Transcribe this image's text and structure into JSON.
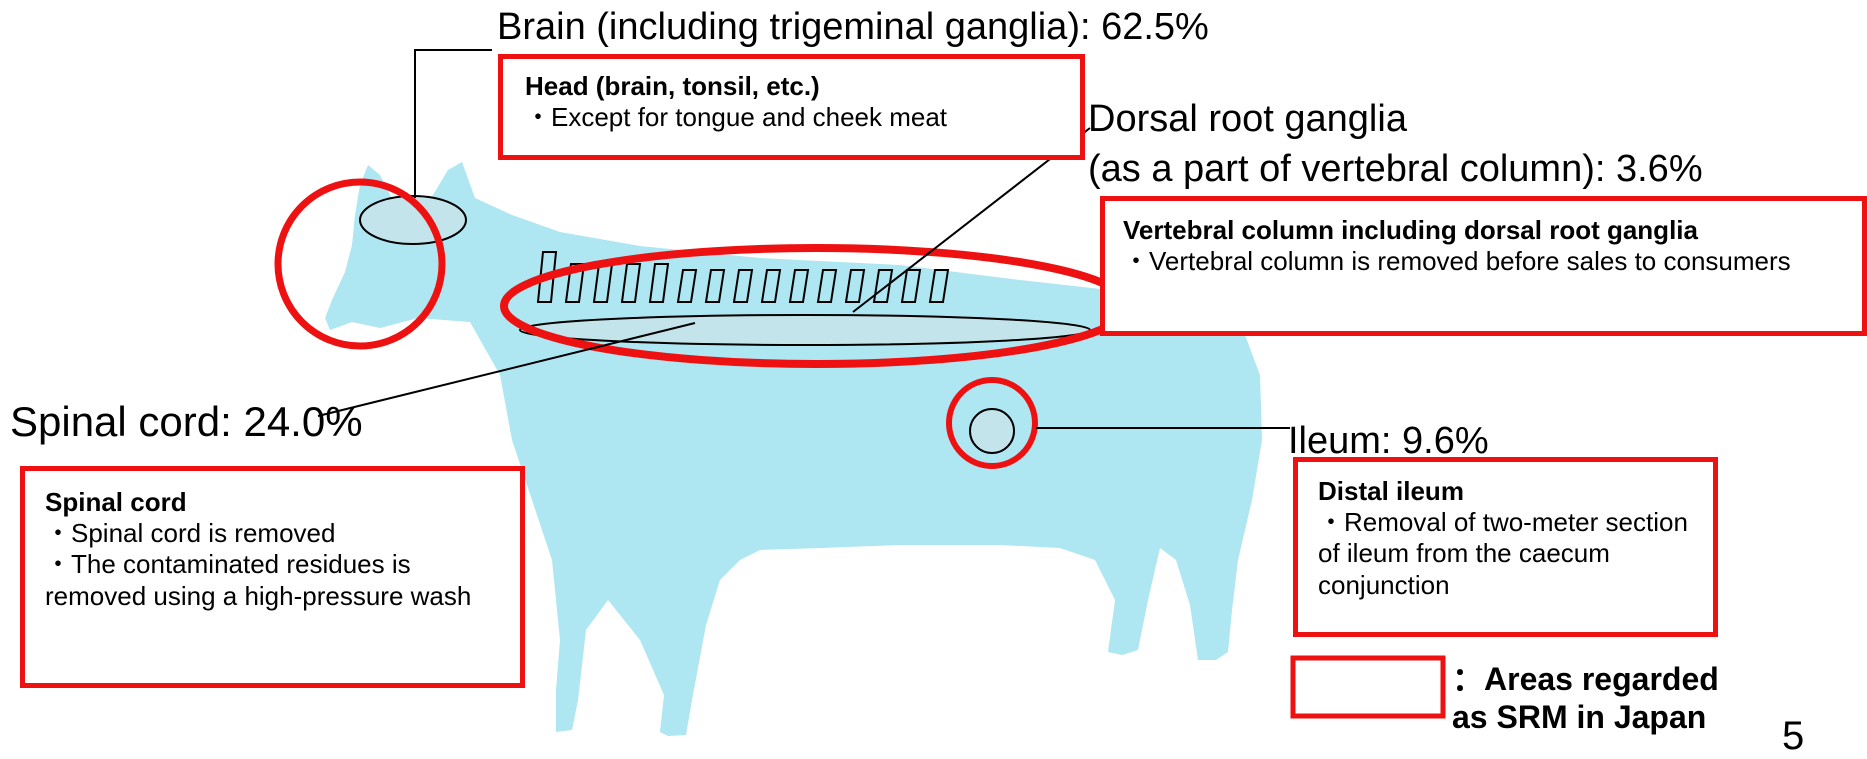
{
  "labels": {
    "brain": "Brain (including trigeminal ganglia): 62.5%",
    "drg_line1": "Dorsal root ganglia",
    "drg_line2": "(as a part of vertebral column): 3.6%",
    "spinal": "Spinal cord: 24.0%",
    "ileum": "Ileum: 9.6%"
  },
  "boxes": {
    "head": {
      "title": "Head (brain, tonsil, etc.)",
      "bullets": [
        "・Except for tongue and cheek meat"
      ]
    },
    "vertebral": {
      "title": "Vertebral column including dorsal root ganglia",
      "bullets": [
        "・Vertebral column is removed before sales to consumers"
      ]
    },
    "spinal": {
      "title": "Spinal cord",
      "bullets": [
        "・Spinal cord is removed",
        "・The contaminated residues is removed using a high-pressure wash"
      ]
    },
    "ileum": {
      "title": "Distal ileum",
      "bullets": [
        "・Removal of two-meter section of ileum from the caecum conjunction"
      ]
    }
  },
  "legend": {
    "text_line1": "：Areas regarded",
    "text_line2": "as SRM in Japan"
  },
  "page_number": "5",
  "colors": {
    "highlight_red": "#ee1111",
    "cow_fill": "#aee6f2",
    "organ_fill": "#c2e4ea"
  }
}
